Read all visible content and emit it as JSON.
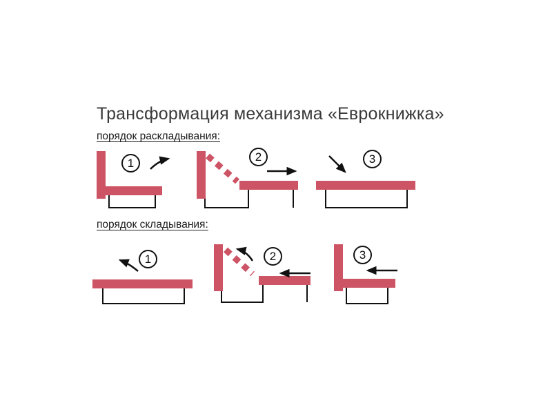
{
  "title": "Трансформация механизма «Еврокнижка»",
  "sections": {
    "unfold": {
      "label": "порядок раскладывания:",
      "steps": [
        "1",
        "2",
        "3"
      ]
    },
    "fold": {
      "label": "порядок складывания:",
      "steps": [
        "1",
        "2",
        "3"
      ]
    }
  },
  "colors": {
    "accent": "#cd5464",
    "frame_line": "#111111",
    "title_text": "#3a3a3a",
    "background": "#ffffff"
  }
}
